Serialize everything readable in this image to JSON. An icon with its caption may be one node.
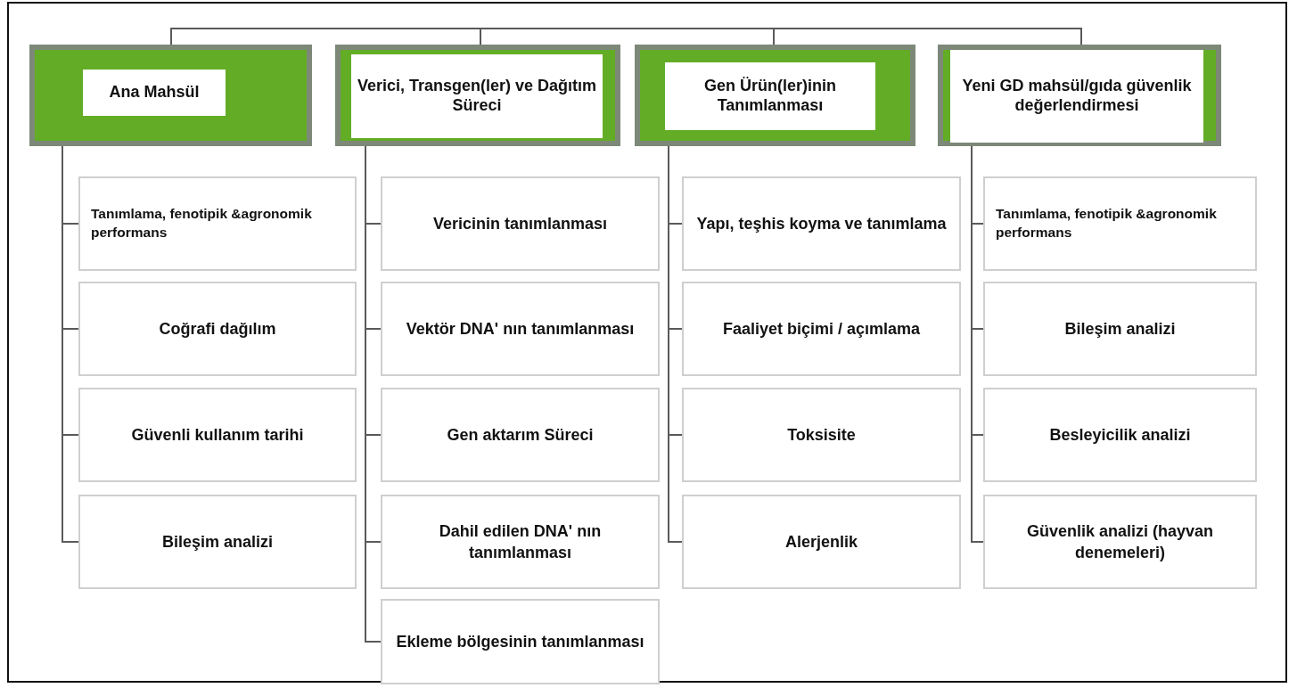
{
  "diagram": {
    "nodes": [
      {
        "text": [
          "Ana Mahsül"
        ]
      },
      {
        "text": [
          "Verici, Transgen(ler) ve Dağıtım Süreci"
        ]
      },
      {
        "text": [
          "Gen Ürün(ler)inin Tanımlanması"
        ]
      },
      {
        "text": [
          "Yeni GD mahsül/gıda güvenlik değerlendirmesi"
        ]
      },
      {
        "text": [
          "Tanımlama, fenotipik &agronomik performans"
        ]
      },
      {
        "text": [
          "Coğrafi dağılım"
        ]
      },
      {
        "text": [
          "Güvenli kullanım tarihi"
        ]
      },
      {
        "text": [
          "Bileşim analizi"
        ]
      },
      {
        "text": [
          "Vericinin tanımlanması"
        ]
      },
      {
        "text": [
          "Vektör DNA' nın tanımlanması"
        ]
      },
      {
        "text": [
          "Gen aktarım Süreci"
        ]
      },
      {
        "text": [
          "Dahil edilen DNA' nın tanımlanması"
        ]
      },
      {
        "text": [
          "Ekleme bölgesinin tanımlanması"
        ]
      },
      {
        "text": [
          "Yapı, teşhis koyma ve tanımlama"
        ]
      },
      {
        "text": [
          "Faaliyet biçimi / açımlama"
        ]
      },
      {
        "text": [
          "Toksisite"
        ]
      },
      {
        "text": [
          "Alerjenlik"
        ]
      },
      {
        "text": [
          "Tanımlama, fenotipik &agronomik performans"
        ]
      },
      {
        "text": [
          "Bileşim analizi"
        ]
      },
      {
        "text": [
          "Besleyicilik analizi"
        ]
      },
      {
        "text": [
          "Güvenlik analizi (hayvan denemeleri)"
        ]
      }
    ],
    "edges": [
      {
        "from": 0,
        "to": 1,
        "arrow": "none"
      },
      {
        "from": 1,
        "to": 2,
        "arrow": "none"
      },
      {
        "from": 2,
        "to": 3,
        "arrow": "none"
      },
      {
        "from": 0,
        "to": 4,
        "arrow": "none"
      },
      {
        "from": 0,
        "to": 5,
        "arrow": "none"
      },
      {
        "from": 0,
        "to": 6,
        "arrow": "none"
      },
      {
        "from": 0,
        "to": 7,
        "arrow": "none"
      },
      {
        "from": 1,
        "to": 8,
        "arrow": "none"
      },
      {
        "from": 1,
        "to": 9,
        "arrow": "none"
      },
      {
        "from": 1,
        "to": 10,
        "arrow": "none"
      },
      {
        "from": 1,
        "to": 11,
        "arrow": "none"
      },
      {
        "from": 1,
        "to": 12,
        "arrow": "none"
      },
      {
        "from": 2,
        "to": 13,
        "arrow": "none"
      },
      {
        "from": 2,
        "to": 14,
        "arrow": "none"
      },
      {
        "from": 2,
        "to": 15,
        "arrow": "none"
      },
      {
        "from": 2,
        "to": 16,
        "arrow": "none"
      },
      {
        "from": 3,
        "to": 17,
        "arrow": "none"
      },
      {
        "from": 3,
        "to": 18,
        "arrow": "none"
      },
      {
        "from": 3,
        "to": 19,
        "arrow": "none"
      },
      {
        "from": 3,
        "to": 20,
        "arrow": "none"
      }
    ]
  }
}
